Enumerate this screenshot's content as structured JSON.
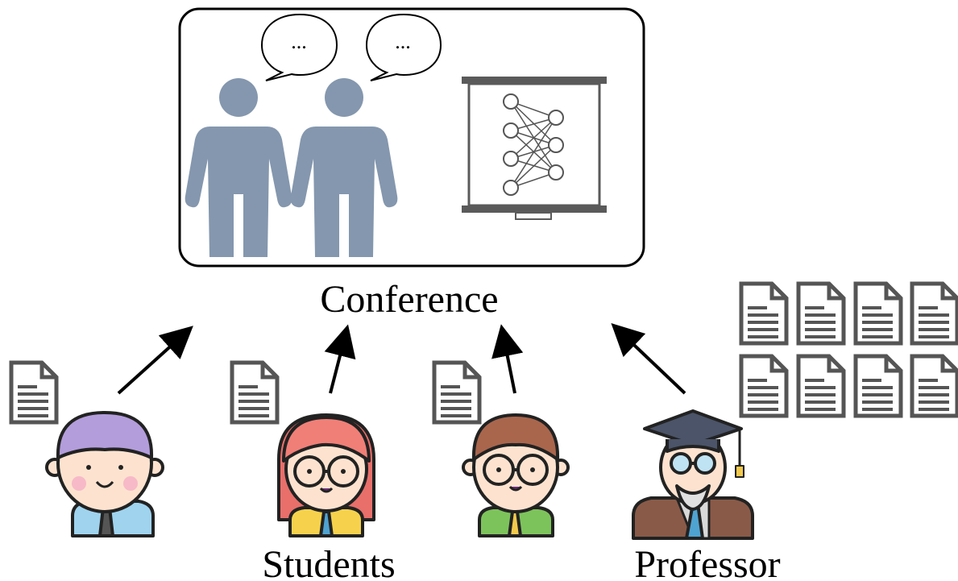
{
  "labels": {
    "conference": "Conference",
    "students": "Students",
    "professor": "Professor"
  },
  "speech_bubbles": [
    "...",
    "..."
  ],
  "colors": {
    "person": "#8497ae",
    "board": "#5a5a5a",
    "doc": "#555555",
    "student1_hair": "#b39ddb",
    "student2_hair": "#f07f77",
    "student3_hair": "#a9664d",
    "professor_cap": "#4b5468",
    "skin": "#fde3cf"
  },
  "icons": {
    "presenter": "person-icon",
    "slide": "neural-network-board-icon",
    "paper": "document-icon",
    "student": "student-avatar-icon",
    "professor": "professor-avatar-icon"
  },
  "papers": {
    "per_student": 1,
    "professor": 8
  }
}
